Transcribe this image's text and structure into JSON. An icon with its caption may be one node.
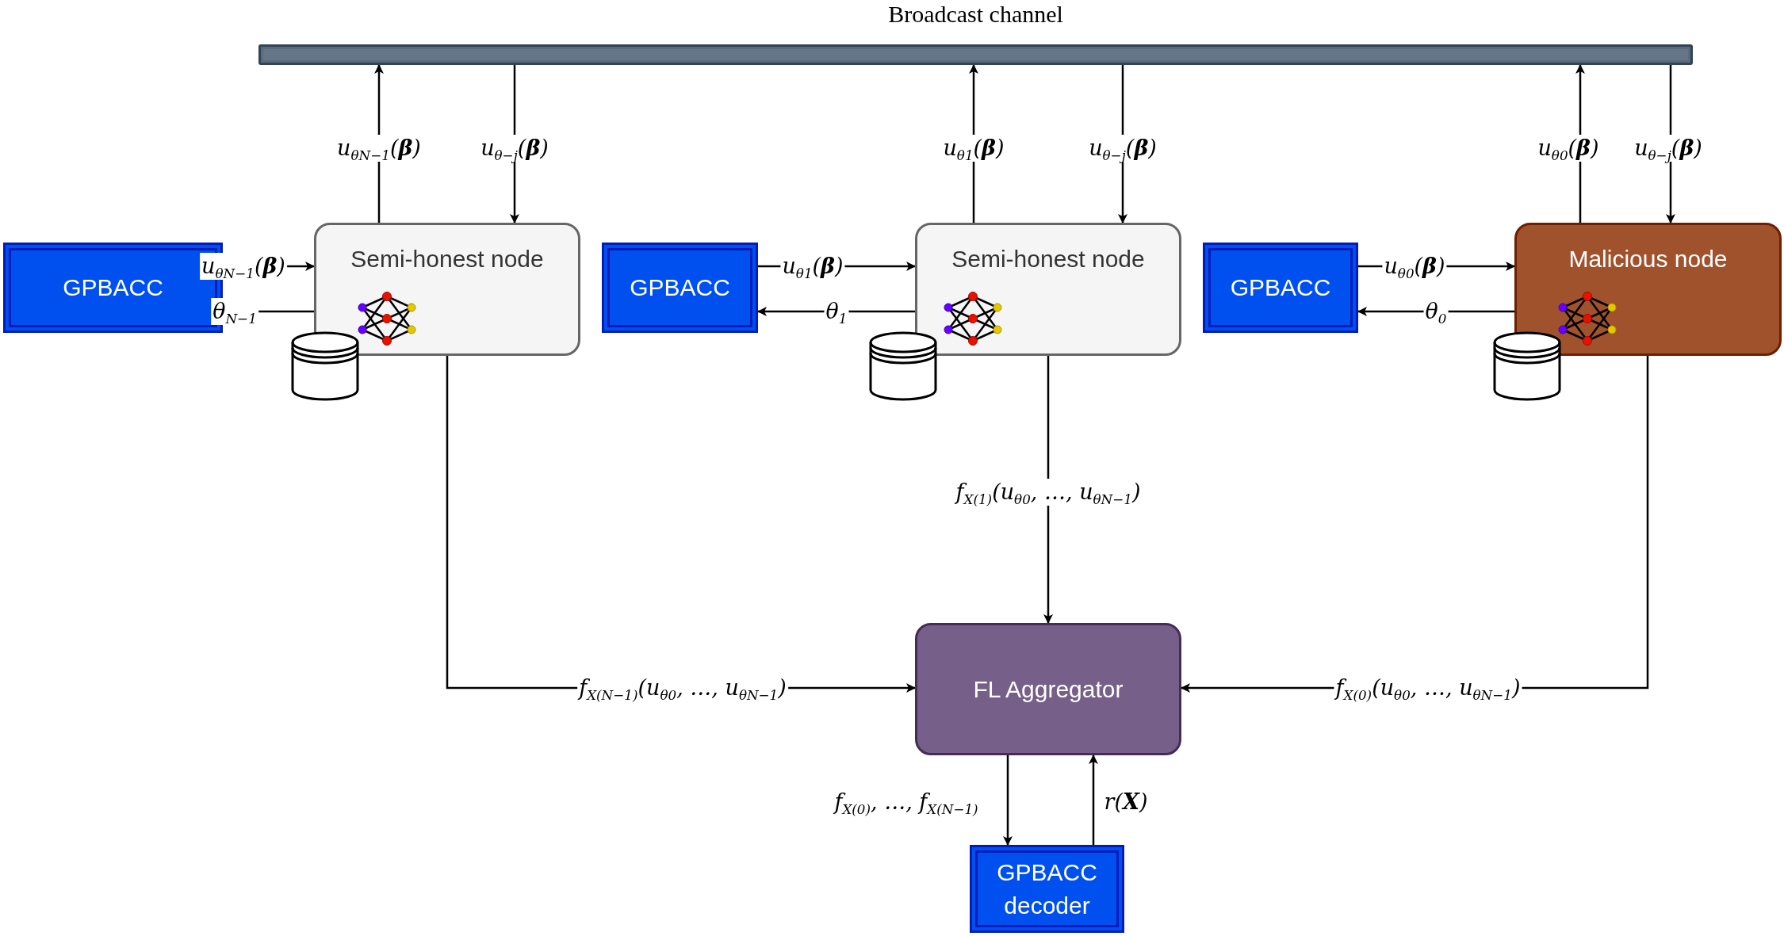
{
  "diagram": {
    "nodes": [
      {
        "text": [
          "Broadcast channel"
        ]
      },
      {
        "text": [
          "GPBACC"
        ]
      },
      {
        "text": [
          "Semi-honest node"
        ]
      },
      {
        "text": [
          "GPBACC"
        ]
      },
      {
        "text": [
          "Semi-honest node"
        ]
      },
      {
        "text": [
          "GPBACC"
        ]
      },
      {
        "text": [
          "Malicious node"
        ]
      },
      {
        "text": [
          "FL Aggregator"
        ]
      },
      {
        "text": [
          "GPBACC decoder"
        ]
      }
    ],
    "edges": [
      {
        "from": 2,
        "to": 0,
        "arrow": "to",
        "label": "u$_{θN−1}$(**β**)"
      },
      {
        "from": 0,
        "to": 2,
        "arrow": "to",
        "label": "u$_{θ−j}$(**β**)"
      },
      {
        "from": 1,
        "to": 2,
        "arrow": "to",
        "label": "u$_{θN−1}$(**β**)"
      },
      {
        "from": 2,
        "to": 1,
        "arrow": "to",
        "label": "θ$_{N−1}$"
      },
      {
        "from": 4,
        "to": 0,
        "arrow": "to",
        "label": "u$_{θ1}$(**β**)"
      },
      {
        "from": 0,
        "to": 4,
        "arrow": "to",
        "label": "u$_{θ−j}$(**β**)"
      },
      {
        "from": 3,
        "to": 4,
        "arrow": "to",
        "label": "u$_{θ1}$(**β**)"
      },
      {
        "from": 4,
        "to": 3,
        "arrow": "to",
        "label": "θ$_{1}$"
      },
      {
        "from": 6,
        "to": 0,
        "arrow": "to",
        "label": "u$_{θ0}$(**β**)"
      },
      {
        "from": 0,
        "to": 6,
        "arrow": "to",
        "label": "u$_{θ−j}$(**β**)"
      },
      {
        "from": 5,
        "to": 6,
        "arrow": "to",
        "label": "u$_{θ0}$(**β**)"
      },
      {
        "from": 6,
        "to": 5,
        "arrow": "to",
        "label": "θ$_{0}$"
      },
      {
        "from": 2,
        "to": 7,
        "arrow": "to",
        "label": "f$_{X(N−1)}$(u$_{θ0}$, …, u$_{θN−1}$)"
      },
      {
        "from": 4,
        "to": 7,
        "arrow": "to",
        "label": "f$_{X(1)}$(u$_{θ0}$, …, u$_{θN−1}$)"
      },
      {
        "from": 6,
        "to": 7,
        "arrow": "to",
        "label": "f$_{X(0)}$(u$_{θ0}$, …, u$_{θN−1}$)"
      },
      {
        "from": 7,
        "to": 8,
        "arrow": "to",
        "label": "f$_{X(0)}$, …, f$_{X(N−1)}$"
      },
      {
        "from": 8,
        "to": 7,
        "arrow": "to",
        "label": "r(**X**)"
      }
    ]
  }
}
